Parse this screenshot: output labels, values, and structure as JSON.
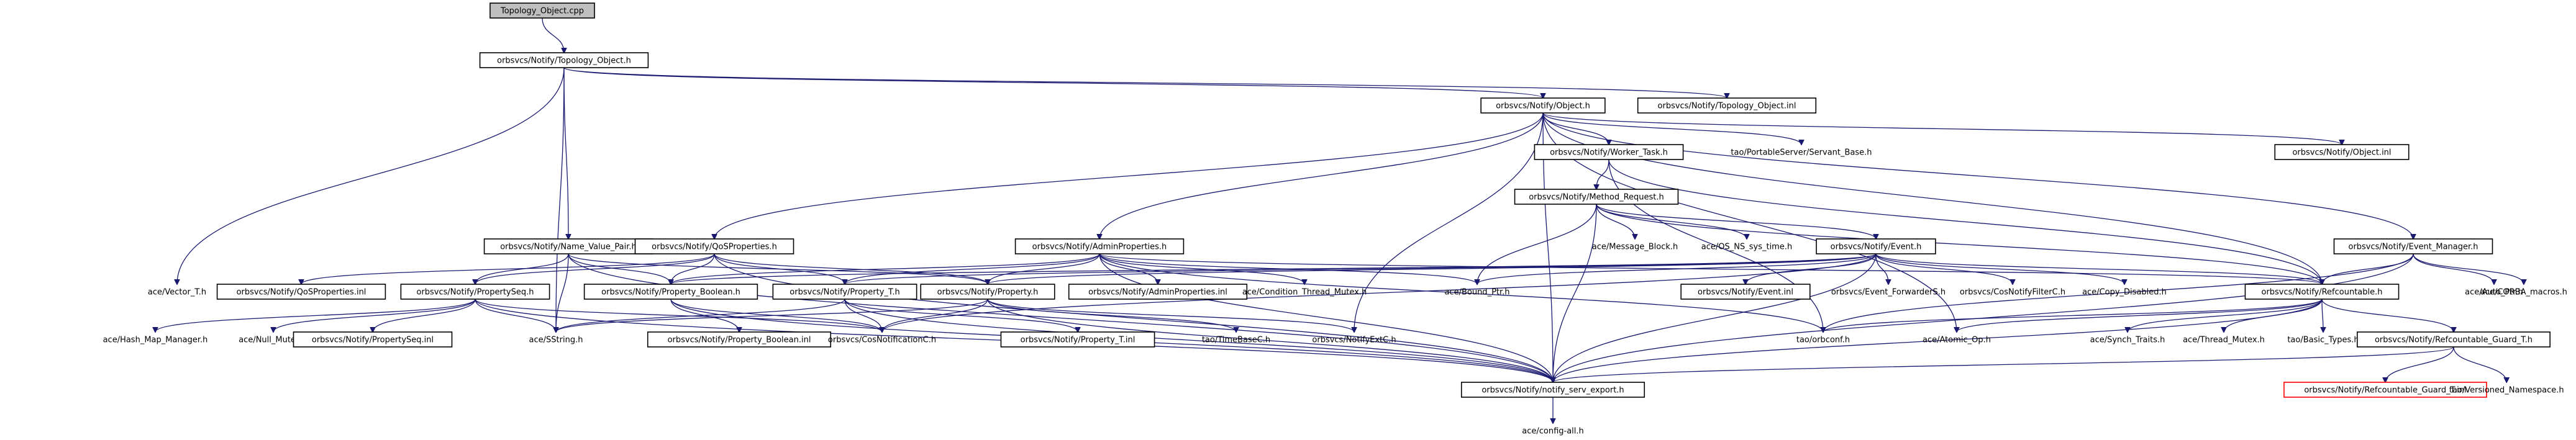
{
  "graph": {
    "title": "Topology_Object.cpp",
    "colors": {
      "edge": "#191970",
      "node_fill": "#ffffff",
      "root_fill": "#bfbfbf",
      "node_border": "#000000",
      "missing_border": "#ff0000"
    },
    "nodes": [
      {
        "id": "topology_object_cpp",
        "label": "Topology_Object.cpp",
        "kind": "root"
      },
      {
        "id": "notify_topology_object_h",
        "label": "orbsvcs/Notify/Topology_Object.h",
        "kind": "normal"
      },
      {
        "id": "notify_object_h",
        "label": "orbsvcs/Notify/Object.h",
        "kind": "normal"
      },
      {
        "id": "notify_topology_object_inl",
        "label": "orbsvcs/Notify/Topology_Object.inl",
        "kind": "normal"
      },
      {
        "id": "notify_worker_task_h",
        "label": "orbsvcs/Notify/Worker_Task.h",
        "kind": "normal"
      },
      {
        "id": "portableserver_servant_base_h",
        "label": "tao/PortableServer/Servant_Base.h",
        "kind": "plain"
      },
      {
        "id": "notify_object_inl",
        "label": "orbsvcs/Notify/Object.inl",
        "kind": "normal"
      },
      {
        "id": "notify_method_request_h",
        "label": "orbsvcs/Notify/Method_Request.h",
        "kind": "normal"
      },
      {
        "id": "notify_event_manager_h",
        "label": "orbsvcs/Notify/Event_Manager.h",
        "kind": "normal"
      },
      {
        "id": "notify_name_value_pair_h",
        "label": "orbsvcs/Notify/Name_Value_Pair.h",
        "kind": "normal"
      },
      {
        "id": "notify_qosproperties_h",
        "label": "orbsvcs/Notify/QoSProperties.h",
        "kind": "normal"
      },
      {
        "id": "notify_adminproperties_h",
        "label": "orbsvcs/Notify/AdminProperties.h",
        "kind": "normal"
      },
      {
        "id": "ace_message_block_h",
        "label": "ace/Message_Block.h",
        "kind": "plain"
      },
      {
        "id": "ace_os_ns_sys_time_h",
        "label": "ace/OS_NS_sys_time.h",
        "kind": "plain"
      },
      {
        "id": "notify_event_h",
        "label": "orbsvcs/Notify/Event.h",
        "kind": "normal"
      },
      {
        "id": "ace_vector_t_h",
        "label": "ace/Vector_T.h",
        "kind": "plain"
      },
      {
        "id": "notify_qosproperties_inl",
        "label": "orbsvcs/Notify/QoSProperties.inl",
        "kind": "normal"
      },
      {
        "id": "notify_propertyseq_h",
        "label": "orbsvcs/Notify/PropertySeq.h",
        "kind": "normal"
      },
      {
        "id": "notify_property_boolean_h",
        "label": "orbsvcs/Notify/Property_Boolean.h",
        "kind": "normal"
      },
      {
        "id": "notify_property_t_h",
        "label": "orbsvcs/Notify/Property_T.h",
        "kind": "normal"
      },
      {
        "id": "notify_property_h",
        "label": "orbsvcs/Notify/Property.h",
        "kind": "normal"
      },
      {
        "id": "notify_adminproperties_inl",
        "label": "orbsvcs/Notify/AdminProperties.inl",
        "kind": "normal"
      },
      {
        "id": "ace_condition_thread_mutex_h",
        "label": "ace/Condition_Thread_Mutex.h",
        "kind": "plain"
      },
      {
        "id": "ace_bound_ptr_h",
        "label": "ace/Bound_Ptr.h",
        "kind": "plain"
      },
      {
        "id": "notify_event_inl",
        "label": "orbsvcs/Notify/Event.inl",
        "kind": "normal"
      },
      {
        "id": "notify_event_forwarders_h",
        "label": "orbsvcs/Event_ForwarderS.h",
        "kind": "plain"
      },
      {
        "id": "cosnotifyfilterc_h",
        "label": "orbsvcs/CosNotifyFilterC.h",
        "kind": "plain"
      },
      {
        "id": "ace_copy_disabled_h",
        "label": "ace/Copy_Disabled.h",
        "kind": "plain"
      },
      {
        "id": "notify_refcountable_h",
        "label": "orbsvcs/Notify/Refcountable.h",
        "kind": "normal"
      },
      {
        "id": "ace_auto_ptr_h",
        "label": "ace/Auto_Ptr.h",
        "kind": "plain"
      },
      {
        "id": "ace_corba_macros_h",
        "label": "ace/CORBA_macros.h",
        "kind": "plain"
      },
      {
        "id": "ace_hash_map_manager_h",
        "label": "ace/Hash_Map_Manager.h",
        "kind": "plain"
      },
      {
        "id": "ace_null_mutex_h",
        "label": "ace/Null_Mutex.h",
        "kind": "plain"
      },
      {
        "id": "notify_propertyseq_inl",
        "label": "orbsvcs/Notify/PropertySeq.inl",
        "kind": "normal"
      },
      {
        "id": "ace_sstring_h",
        "label": "ace/SString.h",
        "kind": "plain"
      },
      {
        "id": "notify_property_boolean_inl",
        "label": "orbsvcs/Notify/Property_Boolean.inl",
        "kind": "normal"
      },
      {
        "id": "cosnotificationc_h",
        "label": "orbsvcs/CosNotificationC.h",
        "kind": "plain"
      },
      {
        "id": "notify_property_t_inl",
        "label": "orbsvcs/Notify/Property_T.inl",
        "kind": "normal"
      },
      {
        "id": "tao_timebasec_h",
        "label": "tao/TimeBaseC.h",
        "kind": "plain"
      },
      {
        "id": "notifyextc_h",
        "label": "orbsvcs/NotifyExtC.h",
        "kind": "plain"
      },
      {
        "id": "tao_orbconf_h",
        "label": "tao/orbconf.h",
        "kind": "plain"
      },
      {
        "id": "ace_atomic_op_h",
        "label": "ace/Atomic_Op.h",
        "kind": "plain"
      },
      {
        "id": "ace_synch_traits_h",
        "label": "ace/Synch_Traits.h",
        "kind": "plain"
      },
      {
        "id": "ace_thread_mutex_h",
        "label": "ace/Thread_Mutex.h",
        "kind": "plain"
      },
      {
        "id": "tao_basic_types_h",
        "label": "tao/Basic_Types.h",
        "kind": "plain"
      },
      {
        "id": "notify_refcountable_guard_t_h",
        "label": "orbsvcs/Notify/Refcountable_Guard_T.h",
        "kind": "normal"
      },
      {
        "id": "notify_serv_export_h",
        "label": "orbsvcs/Notify/notify_serv_export.h",
        "kind": "normal"
      },
      {
        "id": "notify_refcountable_guard_t_inl",
        "label": "orbsvcs/Notify/Refcountable_Guard_T.inl",
        "kind": "missing"
      },
      {
        "id": "tao_versioned_namespace_h",
        "label": "tao/Versioned_Namespace.h",
        "kind": "plain"
      },
      {
        "id": "ace_config_all_h",
        "label": "ace/config-all.h",
        "kind": "plain"
      }
    ],
    "edges": [
      [
        "topology_object_cpp",
        "notify_topology_object_h"
      ],
      [
        "notify_topology_object_h",
        "notify_object_h"
      ],
      [
        "notify_topology_object_h",
        "notify_topology_object_inl"
      ],
      [
        "notify_topology_object_h",
        "notify_name_value_pair_h"
      ],
      [
        "notify_topology_object_h",
        "ace_vector_t_h"
      ],
      [
        "notify_topology_object_h",
        "ace_sstring_h"
      ],
      [
        "notify_object_h",
        "notify_worker_task_h"
      ],
      [
        "notify_object_h",
        "portableserver_servant_base_h"
      ],
      [
        "notify_object_h",
        "notify_object_inl"
      ],
      [
        "notify_object_h",
        "notify_event_manager_h"
      ],
      [
        "notify_object_h",
        "notify_qosproperties_h"
      ],
      [
        "notify_object_h",
        "notify_adminproperties_h"
      ],
      [
        "notify_object_h",
        "notify_refcountable_h"
      ],
      [
        "notify_object_h",
        "notify_serv_export_h"
      ],
      [
        "notify_object_h",
        "notifyextc_h"
      ],
      [
        "notify_object_h",
        "ace_atomic_op_h"
      ],
      [
        "notify_worker_task_h",
        "notify_method_request_h"
      ],
      [
        "notify_worker_task_h",
        "notify_refcountable_h"
      ],
      [
        "notify_worker_task_h",
        "tao_orbconf_h"
      ],
      [
        "notify_method_request_h",
        "ace_message_block_h"
      ],
      [
        "notify_method_request_h",
        "ace_os_ns_sys_time_h"
      ],
      [
        "notify_method_request_h",
        "notify_event_h"
      ],
      [
        "notify_method_request_h",
        "ace_bound_ptr_h"
      ],
      [
        "notify_method_request_h",
        "notify_serv_export_h"
      ],
      [
        "notify_method_request_h",
        "notify_refcountable_h"
      ],
      [
        "notify_event_h",
        "notify_event_inl"
      ],
      [
        "notify_event_h",
        "notify_event_forwarders_h"
      ],
      [
        "notify_event_h",
        "cosnotifyfilterc_h"
      ],
      [
        "notify_event_h",
        "ace_copy_disabled_h"
      ],
      [
        "notify_event_h",
        "notify_refcountable_h"
      ],
      [
        "notify_event_h",
        "notify_property_h"
      ],
      [
        "notify_event_h",
        "notify_property_t_h"
      ],
      [
        "notify_event_h",
        "notify_property_boolean_h"
      ],
      [
        "notify_event_h",
        "ace_bound_ptr_h"
      ],
      [
        "notify_event_h",
        "cosnotificationc_h"
      ],
      [
        "notify_event_h",
        "notify_serv_export_h"
      ],
      [
        "notify_event_manager_h",
        "notify_refcountable_h"
      ],
      [
        "notify_event_manager_h",
        "ace_auto_ptr_h"
      ],
      [
        "notify_event_manager_h",
        "ace_corba_macros_h"
      ],
      [
        "notify_event_manager_h",
        "notify_serv_export_h"
      ],
      [
        "notify_event_manager_h",
        "tao_orbconf_h"
      ],
      [
        "notify_name_value_pair_h",
        "notify_property_h"
      ],
      [
        "notify_name_value_pair_h",
        "notify_property_boolean_h"
      ],
      [
        "notify_name_value_pair_h",
        "notify_propertyseq_h"
      ],
      [
        "notify_name_value_pair_h",
        "ace_sstring_h"
      ],
      [
        "notify_name_value_pair_h",
        "notify_serv_export_h"
      ],
      [
        "notify_qosproperties_h",
        "notify_qosproperties_inl"
      ],
      [
        "notify_qosproperties_h",
        "notify_propertyseq_h"
      ],
      [
        "notify_qosproperties_h",
        "notify_property_boolean_h"
      ],
      [
        "notify_qosproperties_h",
        "notify_property_t_h"
      ],
      [
        "notify_qosproperties_h",
        "notify_property_h"
      ],
      [
        "notify_qosproperties_h",
        "notify_serv_export_h"
      ],
      [
        "notify_adminproperties_h",
        "notify_adminproperties_inl"
      ],
      [
        "notify_adminproperties_h",
        "ace_condition_thread_mutex_h"
      ],
      [
        "notify_adminproperties_h",
        "notify_property_h"
      ],
      [
        "notify_adminproperties_h",
        "notify_property_t_h"
      ],
      [
        "notify_adminproperties_h",
        "notify_property_boolean_h"
      ],
      [
        "notify_adminproperties_h",
        "notify_refcountable_h"
      ],
      [
        "notify_adminproperties_h",
        "ace_bound_ptr_h"
      ],
      [
        "notify_adminproperties_h",
        "notify_serv_export_h"
      ],
      [
        "notify_adminproperties_h",
        "tao_orbconf_h"
      ],
      [
        "notify_propertyseq_h",
        "notify_propertyseq_inl"
      ],
      [
        "notify_propertyseq_h",
        "ace_hash_map_manager_h"
      ],
      [
        "notify_propertyseq_h",
        "ace_null_mutex_h"
      ],
      [
        "notify_propertyseq_h",
        "ace_sstring_h"
      ],
      [
        "notify_propertyseq_h",
        "cosnotificationc_h"
      ],
      [
        "notify_propertyseq_h",
        "notify_serv_export_h"
      ],
      [
        "notify_property_boolean_h",
        "notify_property_boolean_inl"
      ],
      [
        "notify_property_boolean_h",
        "cosnotificationc_h"
      ],
      [
        "notify_property_boolean_h",
        "notify_serv_export_h"
      ],
      [
        "notify_property_t_h",
        "notify_property_t_inl"
      ],
      [
        "notify_property_t_h",
        "ace_sstring_h"
      ],
      [
        "notify_property_t_h",
        "cosnotificationc_h"
      ],
      [
        "notify_property_t_h",
        "notify_serv_export_h"
      ],
      [
        "notify_property_h",
        "tao_timebasec_h"
      ],
      [
        "notify_property_h",
        "notifyextc_h"
      ],
      [
        "notify_property_h",
        "cosnotificationc_h"
      ],
      [
        "notify_property_h",
        "ace_sstring_h"
      ],
      [
        "notify_property_h",
        "notify_serv_export_h"
      ],
      [
        "notify_refcountable_h",
        "tao_orbconf_h"
      ],
      [
        "notify_refcountable_h",
        "ace_atomic_op_h"
      ],
      [
        "notify_refcountable_h",
        "ace_synch_traits_h"
      ],
      [
        "notify_refcountable_h",
        "ace_thread_mutex_h"
      ],
      [
        "notify_refcountable_h",
        "tao_basic_types_h"
      ],
      [
        "notify_refcountable_h",
        "notify_refcountable_guard_t_h"
      ],
      [
        "notify_refcountable_h",
        "notify_serv_export_h"
      ],
      [
        "notify_refcountable_guard_t_h",
        "notify_refcountable_guard_t_inl"
      ],
      [
        "notify_refcountable_guard_t_h",
        "tao_versioned_namespace_h"
      ],
      [
        "notify_refcountable_guard_t_h",
        "notify_serv_export_h"
      ],
      [
        "notify_serv_export_h",
        "ace_config_all_h"
      ]
    ]
  }
}
